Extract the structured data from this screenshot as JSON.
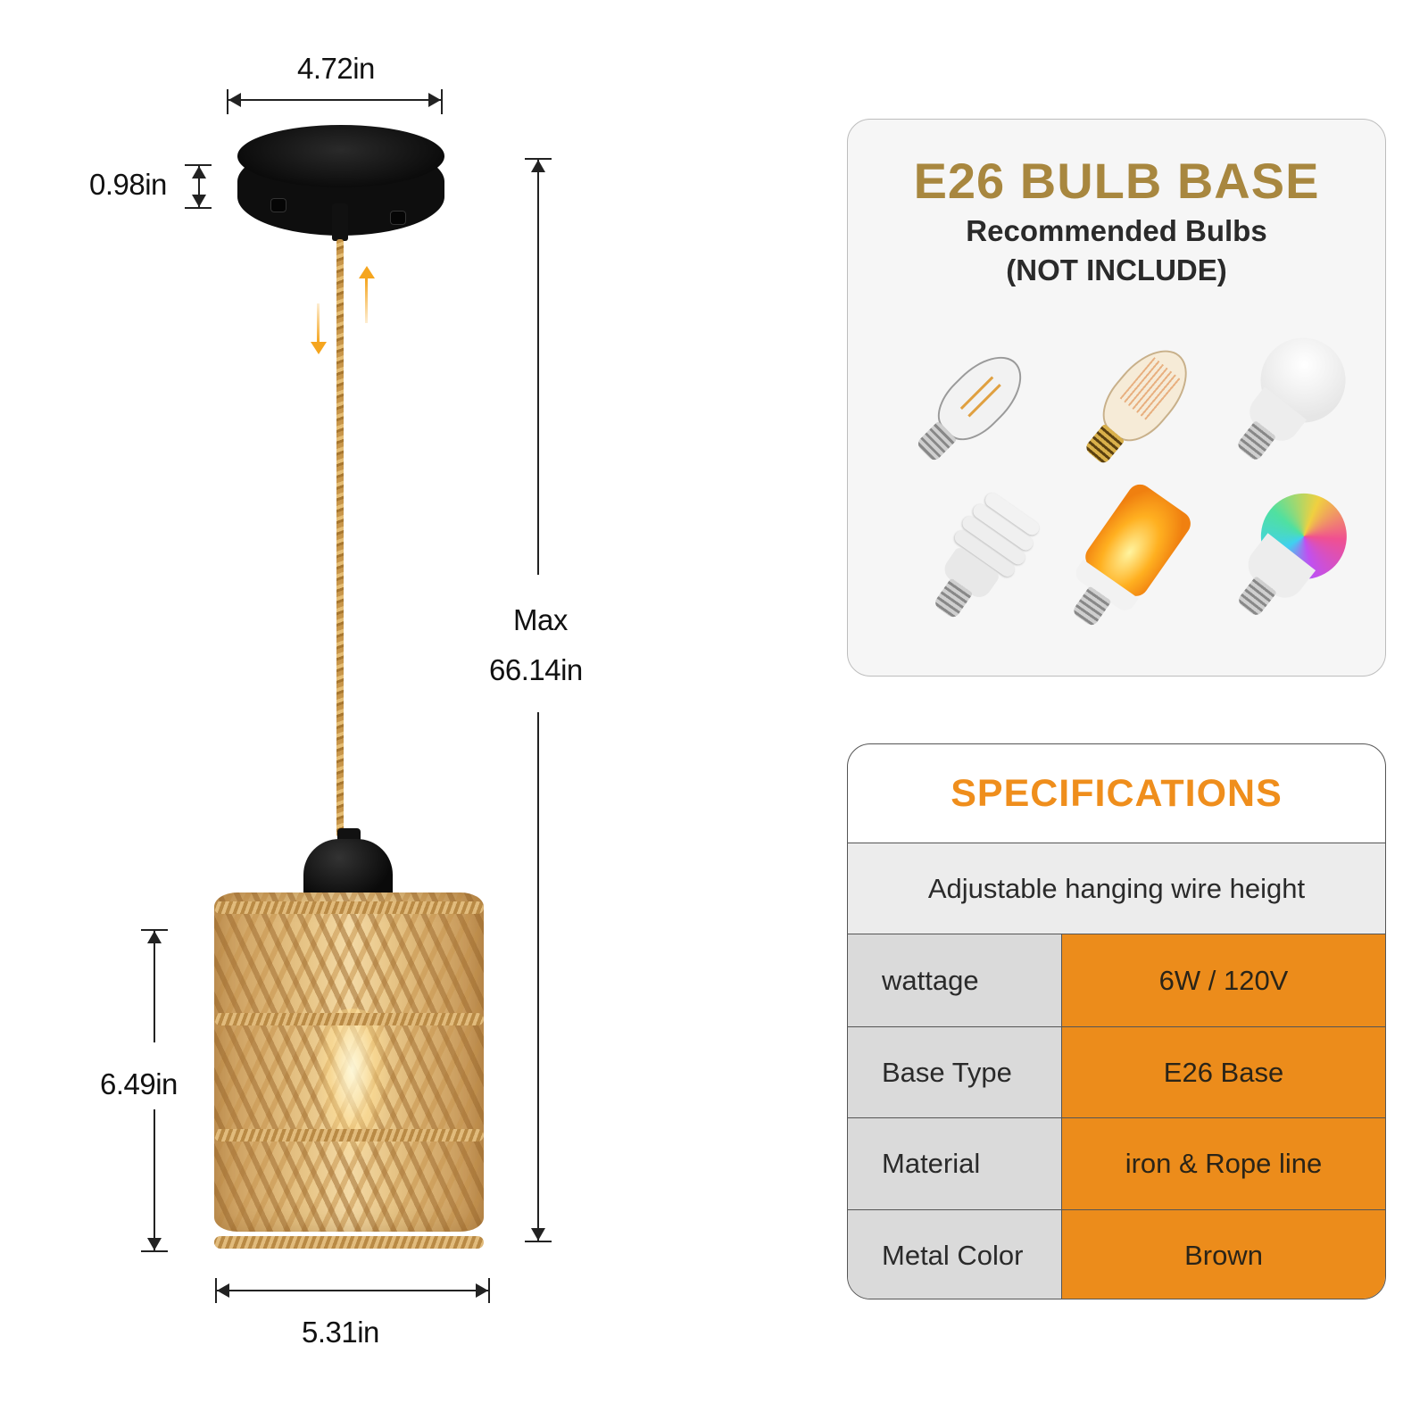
{
  "dimensions": {
    "canopy_width": "4.72in",
    "canopy_height": "0.98in",
    "max_height_label": "Max",
    "max_height_value": "66.14in",
    "shade_height": "6.49in",
    "shade_width": "5.31in"
  },
  "bulb_card": {
    "title": "E26 BULB BASE",
    "subtitle": "Recommended Bulbs",
    "note": "(NOT INCLUDE)",
    "title_color": "#a8873f",
    "bulbs": [
      {
        "icon": "st64-led-filament-bulb-icon"
      },
      {
        "icon": "st64-edison-vintage-bulb-icon"
      },
      {
        "icon": "a19-led-white-bulb-icon"
      },
      {
        "icon": "spiral-cfl-bulb-icon"
      },
      {
        "icon": "flame-effect-bulb-icon"
      },
      {
        "icon": "rgb-smart-bulb-icon"
      }
    ]
  },
  "specifications": {
    "title": "SPECIFICATIONS",
    "title_color": "#ef8e1c",
    "note": "Adjustable hanging wire height",
    "value_bg_color": "#ec8c1b",
    "rows": [
      {
        "key": "wattage",
        "value": "6W / 120V"
      },
      {
        "key": "Base Type",
        "value": "E26 Base"
      },
      {
        "key": "Material",
        "value": "iron & Rope line"
      },
      {
        "key": "Metal Color",
        "value": "Brown"
      }
    ]
  }
}
